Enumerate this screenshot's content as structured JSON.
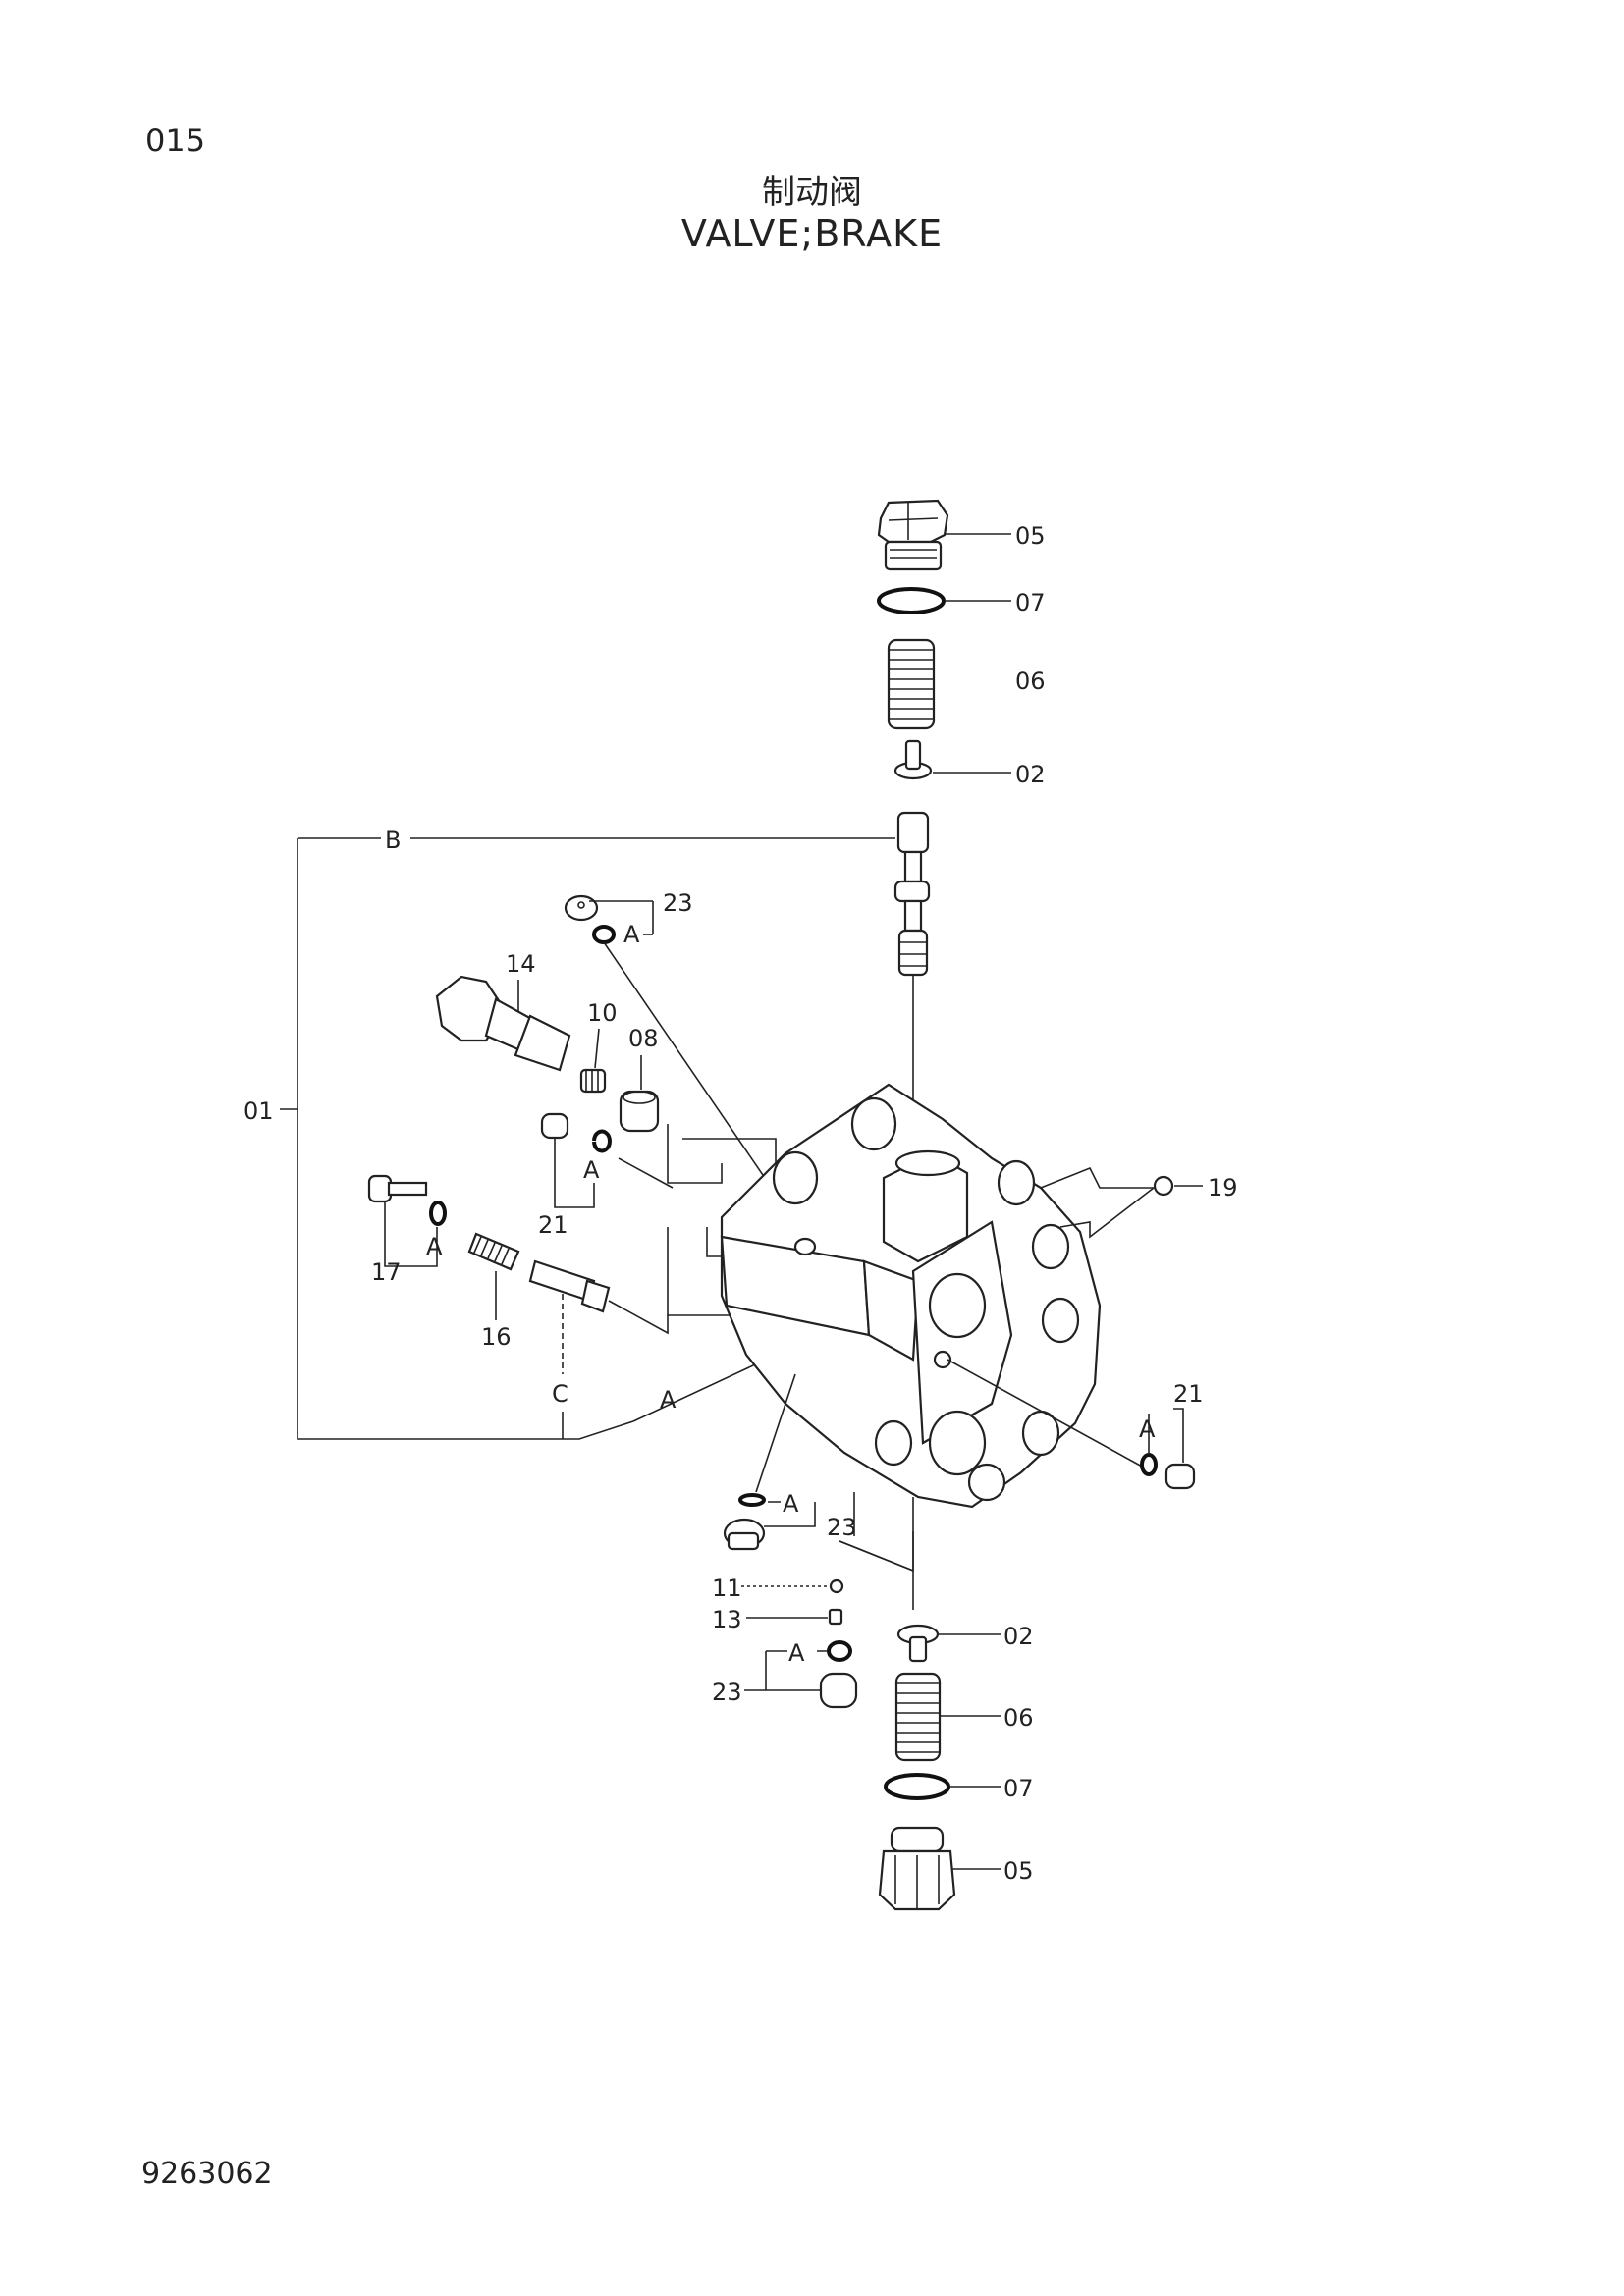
{
  "header": {
    "page_number": "015",
    "title_cn": "制动阀",
    "title_en": "VALVE;BRAKE"
  },
  "footer": {
    "doc_number": "9263062"
  },
  "callouts": {
    "p05_top": "05",
    "p07_top": "07",
    "p06_top": "06",
    "p02_top": "02",
    "p23_top": "23",
    "a_top": "A",
    "p14": "14",
    "p10": "10",
    "p08": "08",
    "p01": "01",
    "b_label": "B",
    "p21_left": "21",
    "a_21_left": "A",
    "p17": "17",
    "a_17": "A",
    "p16": "16",
    "c_label": "C",
    "a_main": "A",
    "p19": "19",
    "p21_right": "21",
    "a_21_right": "A",
    "a_23_mid": "A",
    "p23_mid": "23",
    "p11": "11",
    "p13": "13",
    "a_23_low": "A",
    "p23_low": "23",
    "p02_bot": "02",
    "p06_bot": "06",
    "p07_bot": "07",
    "p05_bot": "05"
  }
}
